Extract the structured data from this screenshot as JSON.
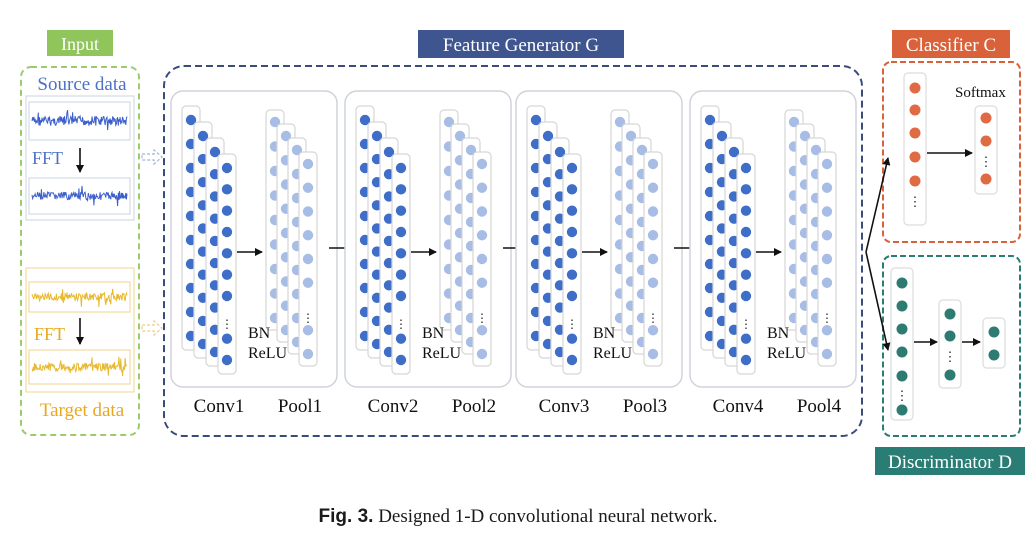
{
  "colors": {
    "green": "#8fc55a",
    "green_dash": "#9ccc6a",
    "navy": "#3e5590",
    "navy_dash": "#3a4d7a",
    "blue_text": "#4d72c4",
    "blue_signal": "#3c5fcc",
    "gold": "#e8b930",
    "gold_text": "#e8a820",
    "red": "#d9623b",
    "red_dot": "#e06a44",
    "teal": "#2a7d75",
    "teal_dot": "#2e7b72",
    "conv_dot": "#3f6ec8",
    "pool_dot": "#a8bde6"
  },
  "input": {
    "header": "Input",
    "source_label": "Source data",
    "source_fft": "FFT",
    "target_fft": "FFT",
    "target_label": "Target data"
  },
  "generator": {
    "header": "Feature Generator G",
    "stages": [
      {
        "conv": "Conv1",
        "pool": "Pool1",
        "bn": "BN",
        "relu": "ReLU"
      },
      {
        "conv": "Conv2",
        "pool": "Pool2",
        "bn": "BN",
        "relu": "ReLU"
      },
      {
        "conv": "Conv3",
        "pool": "Pool3",
        "bn": "BN",
        "relu": "ReLU"
      },
      {
        "conv": "Conv4",
        "pool": "Pool4",
        "bn": "BN",
        "relu": "ReLU"
      }
    ]
  },
  "classifier": {
    "header": "Classifier C",
    "softmax": "Softmax"
  },
  "discriminator": {
    "header": "Discriminator D"
  },
  "caption": {
    "label": "Fig. 3.",
    "text": "Designed 1-D convolutional neural network."
  }
}
